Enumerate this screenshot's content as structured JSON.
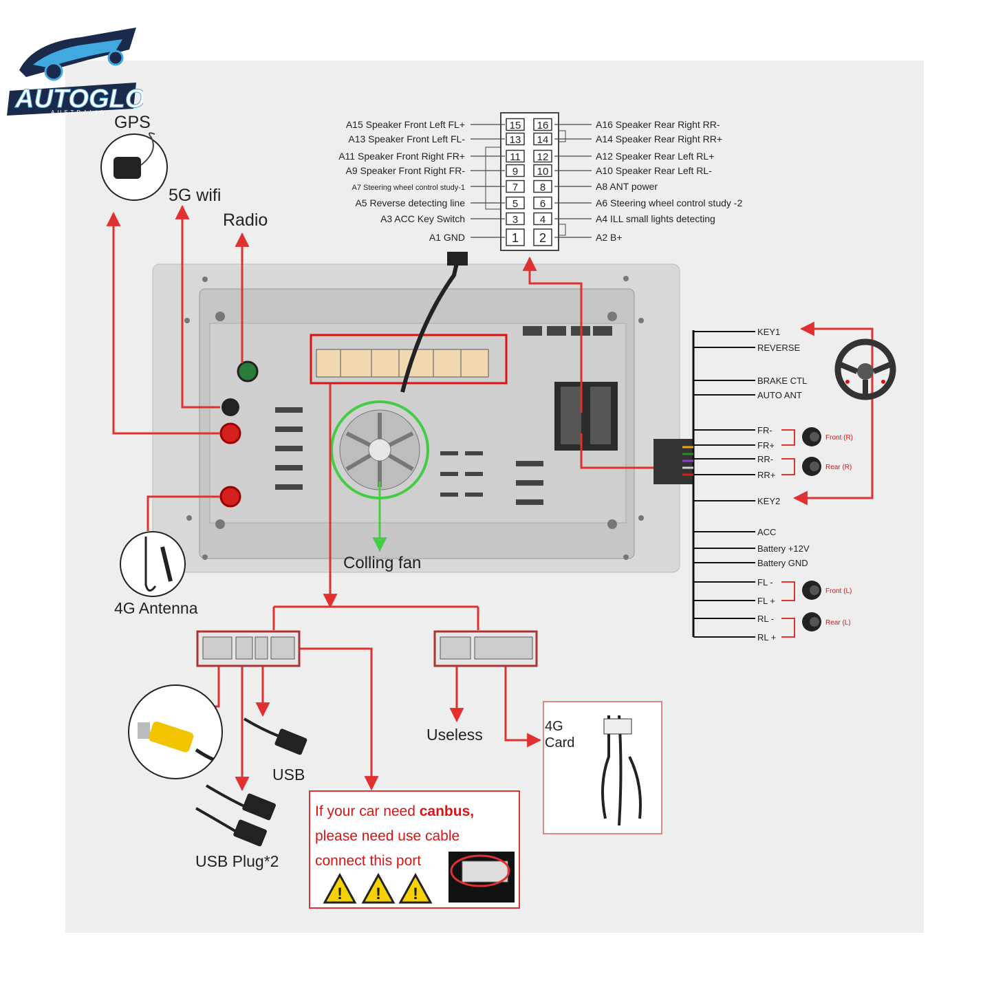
{
  "brand": {
    "name": "AUTOGLO",
    "sub": "AUSTRALIA"
  },
  "colors": {
    "wire": "#e03030",
    "fan_ring": "#44cc44",
    "panel": "#eeeeee",
    "unit": "#c8c8c8",
    "connector": "#f0d8b0"
  },
  "peripherals": {
    "gps": "GPS",
    "wifi": "5G wifi",
    "radio": "Radio",
    "antenna_4g": "4G Antenna",
    "fan": "Colling fan",
    "usb": "USB",
    "usb_plug": "USB Plug*2",
    "useless": "Useless",
    "card_4g_1": "4G",
    "card_4g_2": "Card"
  },
  "pin_table": {
    "left": [
      "A15  Speaker Front Left FL+",
      "A13  Speaker Front Left FL-",
      "A11  Speaker Front Right FR+",
      "A9    Speaker Front Right FR-",
      "A7    Steering wheel control study-1",
      "A5   Reverse detecting line",
      "A3 ACC Key Switch",
      "A1 GND"
    ],
    "pairs": [
      [
        "15",
        "16"
      ],
      [
        "13",
        "14"
      ],
      [
        "11",
        "12"
      ],
      [
        "9",
        "10"
      ],
      [
        "7",
        "8"
      ],
      [
        "5",
        "6"
      ],
      [
        "3",
        "4"
      ],
      [
        "1",
        "2"
      ]
    ],
    "right": [
      "A16 Speaker Rear Right RR-",
      "A14 Speaker Rear Right RR+",
      "A12 Speaker Rear Left RL+",
      "A10 Speaker Rear Left RL-",
      "A8   ANT power",
      "A6   Steering wheel control study -2",
      "A4   ILL small lights detecting",
      "A2   B+"
    ]
  },
  "harness": {
    "labels": [
      "KEY1",
      "REVERSE",
      "BRAKE CTL",
      "AUTO ANT",
      "FR-",
      "FR+",
      "RR-",
      "RR+",
      "KEY2",
      "ACC",
      "Battery +12V",
      "Battery GND",
      "FL -",
      "FL +",
      "RL -",
      "RL +"
    ],
    "speakers": [
      "Front (R)",
      "Rear (R)",
      "Front (L)",
      "Rear (L)"
    ]
  },
  "canbus": {
    "line1_a": "If your car need ",
    "line1_b": "canbus,",
    "line2": "please need use cable",
    "line3": "connect this port"
  }
}
